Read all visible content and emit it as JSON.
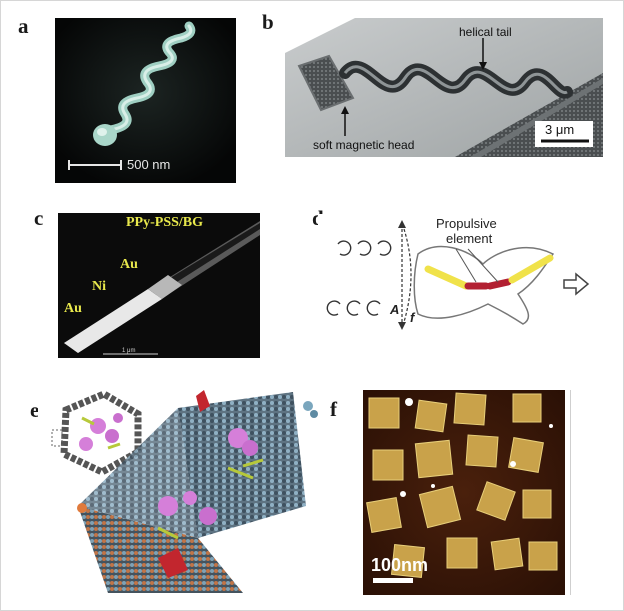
{
  "figure": {
    "labels": [
      "a",
      "b",
      "c",
      "d",
      "e",
      "f"
    ],
    "panel_a": {
      "scalebar": "500 nm"
    },
    "panel_b": {
      "label_top": "helical tail",
      "label_bottom": "soft magnetic head",
      "scalebar": "3 μm"
    },
    "panel_c": {
      "title": "PPy-PSS/BG",
      "label_au_top": "Au",
      "label_ni": "Ni",
      "label_au_bottom": "Au",
      "scalebar": "1 μm"
    },
    "panel_d": {
      "label_line1": "Propulsive",
      "label_line2": "element",
      "label_A": "A",
      "label_f": "f"
    },
    "panel_f": {
      "scalebar": "100nm"
    }
  }
}
